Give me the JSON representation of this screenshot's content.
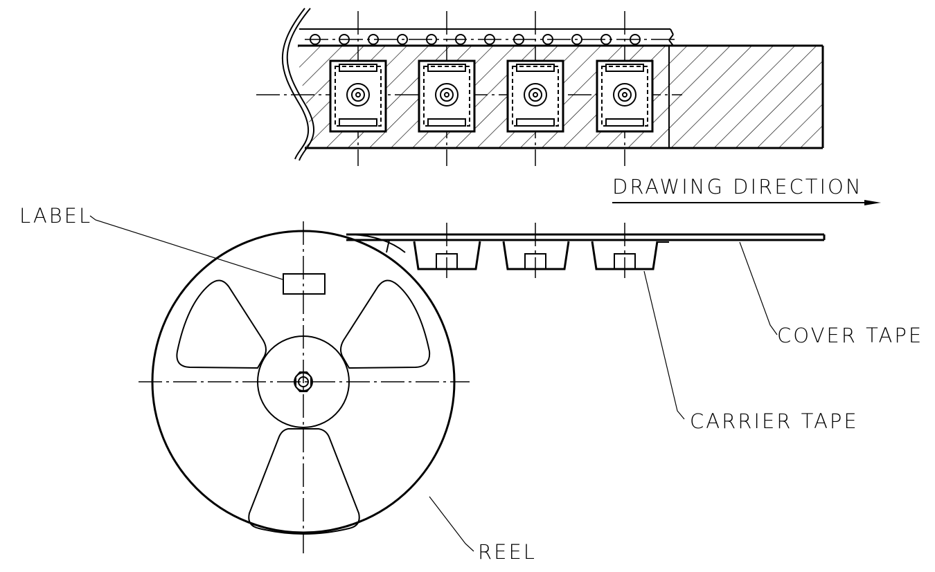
{
  "labels": {
    "label": "LABEL",
    "drawing_direction": "DRAWING DIRECTION",
    "cover_tape": "COVER TAPE",
    "carrier_tape": "CARRIER TAPE",
    "reel": "REEL"
  },
  "colors": {
    "line": "#000000",
    "background": "#ffffff"
  },
  "component_pockets": 4
}
